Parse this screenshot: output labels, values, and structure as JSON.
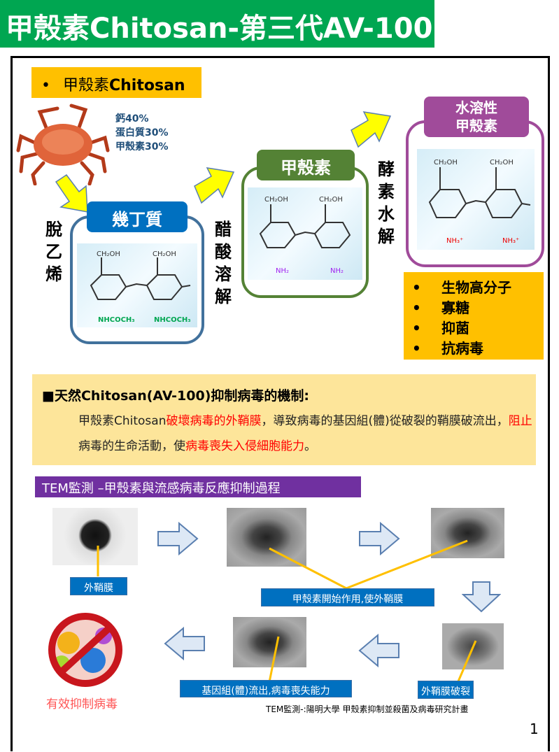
{
  "title": "甲殼素Chitosan-第三代AV-100",
  "header": {
    "bullet": "•",
    "prefix": "甲殼素",
    "suffix": "Chitosan"
  },
  "composition": [
    "鈣40%",
    "蛋白質30%",
    "甲殼素30%"
  ],
  "steps": {
    "deacetylation": "脫乙烯",
    "acetic_acid": "醋酸溶解",
    "enzyme": "酵素水解"
  },
  "boxes": {
    "chitin": "幾丁質",
    "chitosan": "甲殼素",
    "water_soluble": "水溶性\n甲殼素"
  },
  "molecule": {
    "ch2oh": "CH₂OH",
    "nhcoch3": "NHCOCH₃",
    "nh2": "NH₂",
    "nh3": "NH₃⁺"
  },
  "properties": [
    "生物高分子",
    "寡糖",
    "抑菌",
    "抗病毒"
  ],
  "mechanism": {
    "heading": "■天然Chitosan(AV-100)抑制病毒的機制:",
    "p1": "甲殼素Chitosan",
    "p2": "破壞病毒的外鞘膜",
    "p3": "，導致病毒的基因組(體)從破裂的鞘膜破流出，",
    "p4": "阻止",
    "p5": "病毒的生命活動，使",
    "p6": "病毒喪失入侵細胞能力",
    "p7": "。"
  },
  "tem": {
    "title": "TEM監測 –甲殼素與流感病毒反應抑制過程",
    "captions": {
      "envelope": "外鞘膜",
      "start": "甲殼素開始作用,使外鞘膜",
      "rupture": "外鞘膜破裂",
      "genome": "基因組(體)流出,病毒喪失能力",
      "effective": "有效抑制病毒"
    }
  },
  "footnote": "TEM監測-:陽明大學 甲殼素抑制並殺菌及病毒研究計畫",
  "page_number": "1"
}
